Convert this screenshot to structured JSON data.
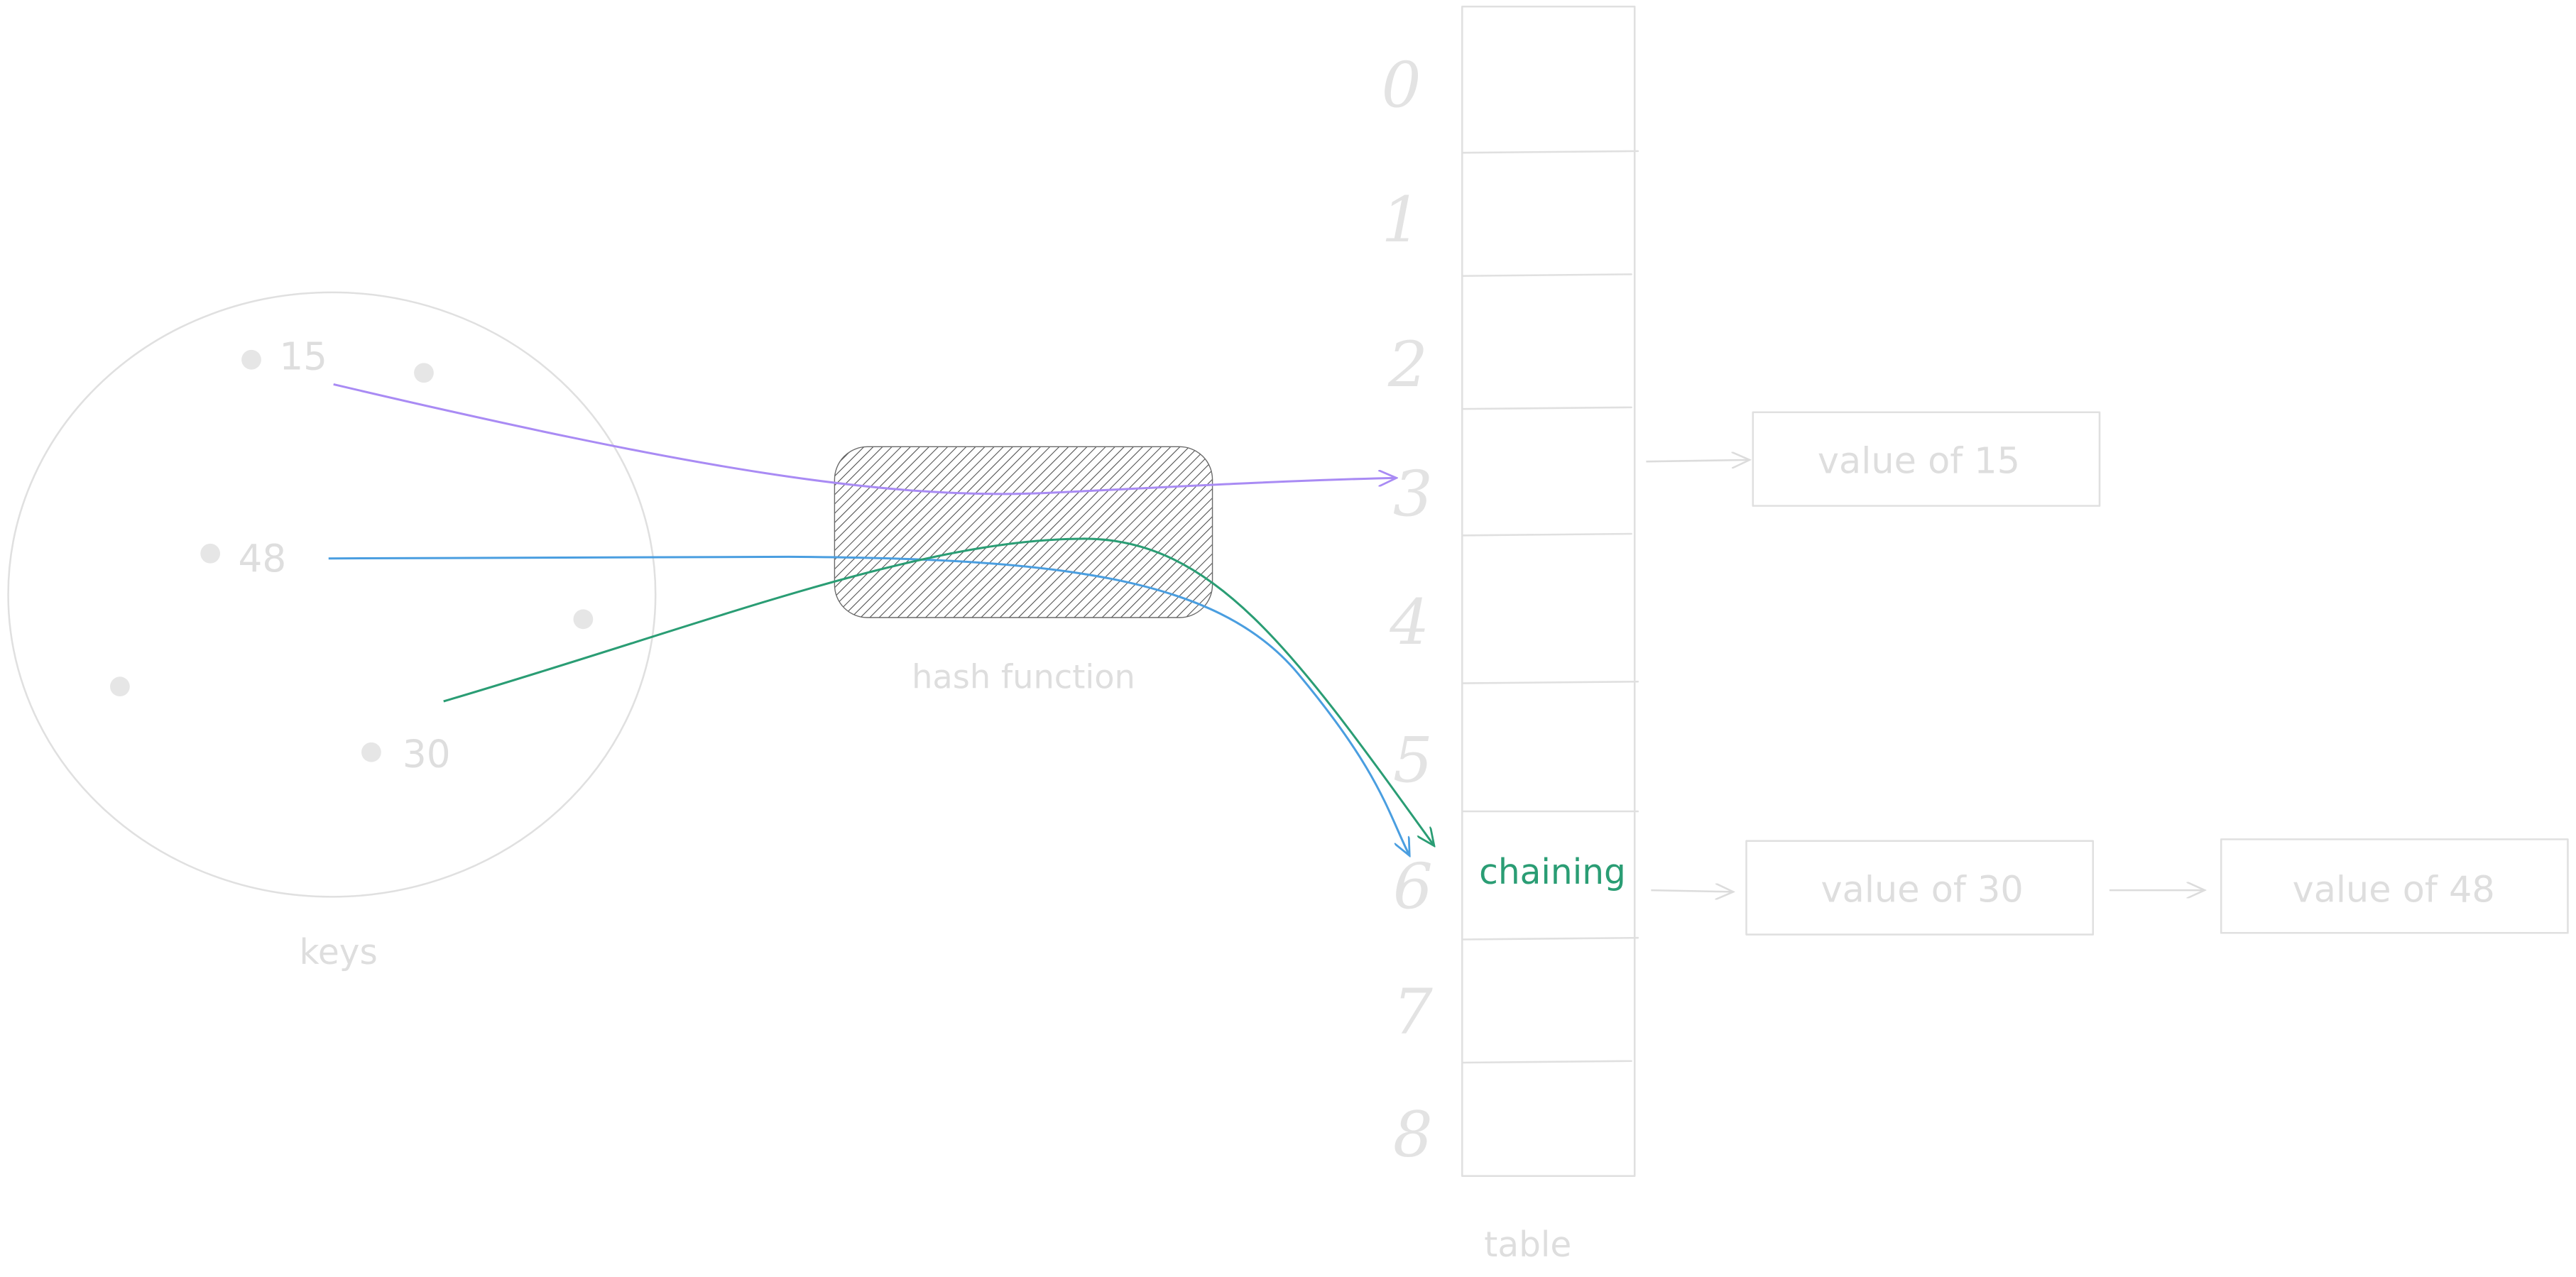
{
  "keys": {
    "label": "keys",
    "items": [
      "15",
      "48",
      "30"
    ]
  },
  "hash_function": {
    "label": "hash function"
  },
  "table": {
    "label": "table",
    "indices": [
      "0",
      "1",
      "2",
      "3",
      "4",
      "5",
      "6",
      "7",
      "8"
    ],
    "chaining_label": "chaining"
  },
  "values": [
    "value of 15",
    "value of 30",
    "value of 48"
  ],
  "colors": {
    "sketch_gray": "#e0e0e0",
    "hatch": "#555555",
    "key_15_arrow": "#a98bf4",
    "key_48_arrow": "#4a9ee0",
    "key_30_arrow": "#2a9d74",
    "chaining_text": "#2a9d74"
  }
}
